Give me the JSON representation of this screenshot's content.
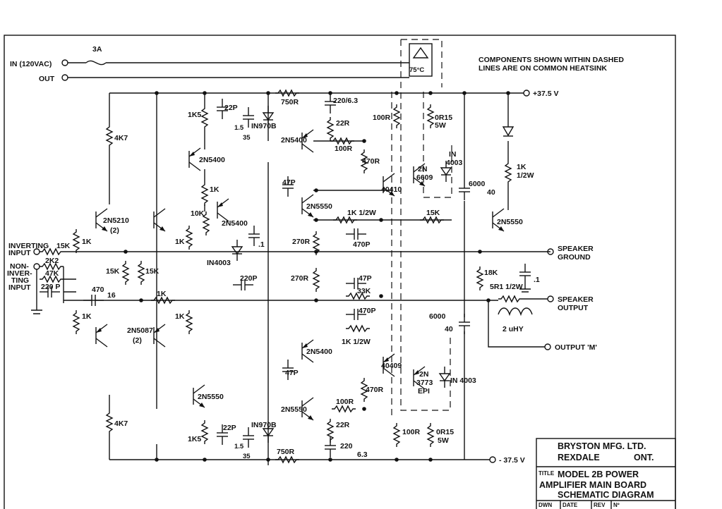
{
  "io": {
    "in": "IN (120VAC)",
    "out": "OUT",
    "fuse": "3A",
    "thermal": "75°C",
    "rail_pos": "+37.5 V",
    "rail_neg": "- 37.5 V",
    "inverting_1": "INVERTING",
    "inverting_2": "INPUT",
    "noninv_1": "NON-",
    "noninv_2": "INVER-",
    "noninv_3": "TING",
    "noninv_4": "INPUT",
    "spk_gnd_1": "SPEAKER",
    "spk_gnd_2": "GROUND",
    "spk_out_1": "SPEAKER",
    "spk_out_2": "OUTPUT",
    "output_m": "OUTPUT 'M'"
  },
  "note": {
    "line1": "COMPONENTS SHOWN WITHIN DASHED",
    "line2": "LINES ARE ON COMMON HEATSINK"
  },
  "components": {
    "r_4k7_top": "4K7",
    "r_1k5_top": "1K5",
    "c_22p_top": "22P",
    "c_1535_top_a": "1.5",
    "c_1535_top_b": "35",
    "z_top": "IN970B",
    "r_750_top": "750R",
    "c_220_top": "220/6.3",
    "r_22r_top": "22R",
    "q_2n5400_a": "2N5400",
    "q_2n5400_b": "2N5400",
    "r_100r_a": "100R",
    "r_100r_b": "100R",
    "r_0r15_top_a": "0R15",
    "r_0r15_top_b": "5W",
    "r_470r_top": "470R",
    "q_40410": "40410",
    "q_2n6609_a": "2N",
    "q_2n6609_b": "6609",
    "d_in4003_top_a": "IN",
    "d_in4003_top_b": "4003",
    "c_6000_top_a": "6000",
    "c_6000_top_b": "40",
    "r_1k_led_a": "1K",
    "r_1k_led_b": "1/2W",
    "q_2n5550_right": "2N5550",
    "c_47p_a": "47P",
    "q_2n5550_a": "2N5550",
    "r_1k_12w": "1K  1/2W",
    "r_15k": "15K",
    "c_470p_a": "470P",
    "r_270r_a": "270R",
    "r_270r_b": "270R",
    "q_2n5210_a": "2N5210",
    "q_2n5210_b": "(2)",
    "r_1k_a": "1K",
    "r_1k_b": "1K",
    "r_10k": "10K",
    "q_2n5400_c": "2N5400",
    "r_1k_c": "1K",
    "c_dot1_a": ".1",
    "d_in4003_mid": "IN4003",
    "r_15k_in": "15K",
    "r_2k2": "2K2",
    "r_47k": "47K",
    "c_220p_in": "220 P",
    "c_47016_a": "470",
    "c_47016_b": "16",
    "r_15k_a": "15K",
    "r_15k_b": "15K",
    "r_1k_mid": "1K",
    "c_220p_mid": "220P",
    "c_47p_b": "47P",
    "r_33k": "33K",
    "c_470p_b": "470P",
    "r_1k_12w_b": "1K  1/2W",
    "r_18k": "18K",
    "r_5r1": "5R1  1/2W",
    "c_dot1_b": ".1",
    "l_2uhy": "2 uHY",
    "r_1k_d": "1K",
    "r_1k_e": "1K",
    "q_2n5087_a": "2N5087",
    "q_2n5087_b": "(2)",
    "c_6000_bot_a": "6000",
    "c_6000_bot_b": "40",
    "q_2n5400_d": "2N5400",
    "q_40409": "40409",
    "q_2n3773_a": "2N",
    "q_2n3773_b": "3773",
    "q_2n3773_c": "EPI",
    "d_in4003_bot": "IN 4003",
    "c_47p_c": "47P",
    "r_470r_bot": "470R",
    "q_2n5550_b": "2N5550",
    "q_2n5550_c": "2N5550",
    "r_100r_c": "100R",
    "r_22r_bot": "22R",
    "r_4k7_bot": "4K7",
    "r_1k5_bot": "1K5",
    "c_22p_bot": "22P",
    "c_1535_bot_a": "1.5",
    "c_1535_bot_b": "35",
    "z_bot": "IN970B",
    "r_750_bot": "750R",
    "c_220_bot_a": "220",
    "c_220_bot_b": "6.3",
    "r_100r_d": "100R",
    "r_0r15_bot_a": "0R15",
    "r_0r15_bot_b": "5W"
  },
  "title_block": {
    "company": "BRYSTON MFG. LTD.",
    "city": "REXDALE",
    "province": "ONT.",
    "title_tag": "TITLE",
    "title_1": "MODEL 2B  POWER",
    "title_2": "AMPLIFIER MAIN BOARD",
    "title_3": "SCHEMATIC DIAGRAM",
    "f_dwn": "DWN",
    "f_date": "DATE",
    "f_rev": "REV",
    "f_no": "Nº"
  }
}
